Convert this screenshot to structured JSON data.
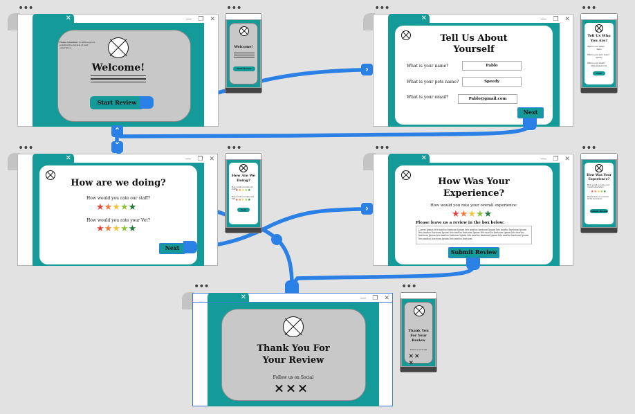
{
  "screens": {
    "welcome": {
      "title": "Welcome!",
      "blurb": "Please remember to write a good, constructive review of your experience.",
      "button": "Start Review",
      "phone": {
        "title": "Welcome!",
        "button": "Start Review"
      }
    },
    "about": {
      "title": "Tell Us About Yourself",
      "q_name": "What is your name?",
      "q_pet": "What is your pets name?",
      "q_email": "What is your email?",
      "v_name": "Pablo",
      "v_pet": "Speedy",
      "v_email": "Pablo@gmail.com",
      "button": "Next",
      "phone": {
        "title": "Tell Us Who You Are?",
        "q_name": "What is your name?",
        "v_name": "Pablo",
        "q_pet": "What is your pet's name?",
        "v_pet": "Speedy",
        "q_email": "What is your email?",
        "v_email": "Pablo@gmail.com",
        "button": "Next"
      }
    },
    "doing": {
      "title": "How are we doing?",
      "q_staff": "How would you rate our staff?",
      "q_vet": "How would you rate your Vet?",
      "button": "Next",
      "phone": {
        "title": "How Are We Doing?",
        "q_staff": "How would you rate our staff?",
        "q_vet": "How would you rate your Vet?",
        "button": "Next"
      }
    },
    "experience": {
      "title": "How Was Your Experience?",
      "q_overall": "How would you rate your overall experience:",
      "q_review": "Please leave us a review in the box below:",
      "lorem": "Lorem Ipsum lets marloo bartoom Ipsum lets marloo bartoom Ipsum lets marloo bartoom Ipsum lets marloo bartoom Ipsum lets marloo bartoom Ipsum lets marloo bartoom Ipsum lets marloo bartoom Ipsum lets marloo bartoom Ipsum lets marloo bartoom Ipsum lets marloo bartoom Ipsum lets marloo bartoom Ipsum lets marloo bartoom",
      "button": "Submit Review",
      "phone": {
        "title": "How Was Your Experience?",
        "q_overall": "How would you rate your overall experience:",
        "q_review": "Please leave us a review in the box below:",
        "button": "Submit Review"
      }
    },
    "thanks": {
      "title": "Thank You For Your Review",
      "follow": "Follow us on Social",
      "phone": {
        "title": "Thank You For Your Review",
        "follow": "Follow us on Social"
      }
    }
  },
  "star_glyph": "★",
  "connectors": {
    "right": "›",
    "up": "ˆ",
    "down": "ˇ"
  },
  "colors": {
    "teal": "#159a9a",
    "connector": "#2a80e5",
    "canvas": "#e2e2e2"
  }
}
